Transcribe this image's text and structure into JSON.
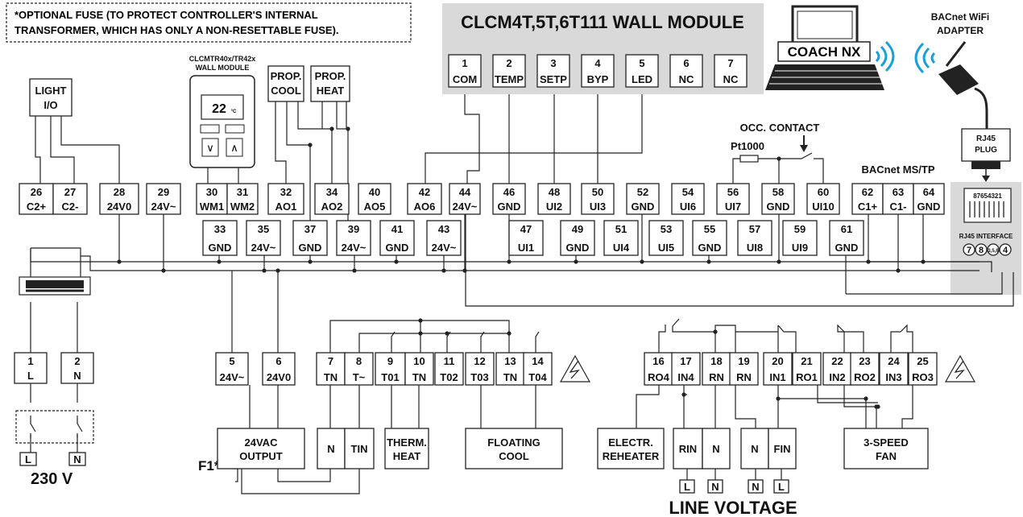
{
  "note": {
    "line1": "*OPTIONAL FUSE (TO PROTECT CONTROLLER'S INTERNAL",
    "line2": "TRANSFORMER, WHICH HAS ONLY A NON-RESETTABLE FUSE)."
  },
  "wall_module": {
    "title": "CLCM4T,5T,6T111 WALL MODULE",
    "terminals": [
      {
        "num": "1",
        "label": "COM"
      },
      {
        "num": "2",
        "label": "TEMP"
      },
      {
        "num": "3",
        "label": "SETP"
      },
      {
        "num": "4",
        "label": "BYP"
      },
      {
        "num": "5",
        "label": "LED"
      },
      {
        "num": "6",
        "label": "NC"
      },
      {
        "num": "7",
        "label": "NC"
      }
    ]
  },
  "laptop": {
    "label": "COACH NX"
  },
  "wifi_adapter": {
    "label1": "BACnet WiFi",
    "label2": "ADAPTER"
  },
  "rj45_plug": {
    "label1": "RJ45",
    "label2": "PLUG"
  },
  "rj45_interface": {
    "label": "RJ45 INTERFACE",
    "pin_digits": "87654321",
    "pins": [
      "7",
      "8",
      "3,5,6",
      "4"
    ]
  },
  "bacnet_mstp": {
    "label": "BACnet MS/TP"
  },
  "occ_contact": {
    "label": "OCC. CONTACT"
  },
  "pt1000": {
    "label": "Pt1000"
  },
  "light_io": {
    "line1": "LIGHT",
    "line2": "I/O"
  },
  "wall_module_small": {
    "line1": "CLCMTR40x/TR42x",
    "line2": "WALL MODULE",
    "display": "22",
    "unit": "°C",
    "btn_down": "∨",
    "btn_up": "∧"
  },
  "prop_cool": {
    "line1": "PROP.",
    "line2": "COOL"
  },
  "prop_heat": {
    "line1": "PROP.",
    "line2": "HEAT"
  },
  "top_terminals": [
    {
      "num": "26",
      "label": "C2+"
    },
    {
      "num": "27",
      "label": "C2-"
    },
    {
      "num": "28",
      "label": "24V0"
    },
    {
      "num": "29",
      "label": "24V~"
    },
    {
      "num": "30",
      "label": "WM1"
    },
    {
      "num": "31",
      "label": "WM2"
    },
    {
      "num": "32",
      "label": "AO1"
    },
    {
      "num": "34",
      "label": "AO2"
    },
    {
      "num": "40",
      "label": "AO5"
    },
    {
      "num": "42",
      "label": "AO6"
    },
    {
      "num": "44",
      "label": "24V~"
    },
    {
      "num": "46",
      "label": "GND"
    },
    {
      "num": "48",
      "label": "UI2"
    },
    {
      "num": "50",
      "label": "UI3"
    },
    {
      "num": "52",
      "label": "GND"
    },
    {
      "num": "54",
      "label": "UI6"
    },
    {
      "num": "56",
      "label": "UI7"
    },
    {
      "num": "58",
      "label": "GND"
    },
    {
      "num": "60",
      "label": "UI10"
    },
    {
      "num": "62",
      "label": "C1+"
    },
    {
      "num": "63",
      "label": "C1-"
    },
    {
      "num": "64",
      "label": "GND"
    }
  ],
  "lower_terminals": [
    {
      "num": "33",
      "label": "GND"
    },
    {
      "num": "35",
      "label": "24V~"
    },
    {
      "num": "37",
      "label": "GND"
    },
    {
      "num": "39",
      "label": "24V~"
    },
    {
      "num": "41",
      "label": "GND"
    },
    {
      "num": "43",
      "label": "24V~"
    },
    {
      "num": "47",
      "label": "UI1"
    },
    {
      "num": "49",
      "label": "GND"
    },
    {
      "num": "51",
      "label": "UI4"
    },
    {
      "num": "53",
      "label": "UI5"
    },
    {
      "num": "55",
      "label": "GND"
    },
    {
      "num": "57",
      "label": "UI8"
    },
    {
      "num": "59",
      "label": "UI9"
    },
    {
      "num": "61",
      "label": "GND"
    }
  ],
  "power_terminals": [
    {
      "num": "1",
      "label": "L"
    },
    {
      "num": "2",
      "label": "N"
    }
  ],
  "bottom_terminals_left": [
    {
      "num": "5",
      "label": "24V~"
    },
    {
      "num": "6",
      "label": "24V0"
    },
    {
      "num": "7",
      "label": "TN"
    },
    {
      "num": "8",
      "label": "T~"
    },
    {
      "num": "9",
      "label": "T01"
    },
    {
      "num": "10",
      "label": "TN"
    },
    {
      "num": "11",
      "label": "T02"
    },
    {
      "num": "12",
      "label": "T03"
    },
    {
      "num": "13",
      "label": "TN"
    },
    {
      "num": "14",
      "label": "T04"
    }
  ],
  "bottom_terminals_right": [
    {
      "num": "16",
      "label": "RO4"
    },
    {
      "num": "17",
      "label": "IN4"
    },
    {
      "num": "18",
      "label": "RN"
    },
    {
      "num": "19",
      "label": "RN"
    },
    {
      "num": "20",
      "label": "IN1"
    },
    {
      "num": "21",
      "label": "RO1"
    },
    {
      "num": "22",
      "label": "IN2"
    },
    {
      "num": "23",
      "label": "RO2"
    },
    {
      "num": "24",
      "label": "IN3"
    },
    {
      "num": "25",
      "label": "RO3"
    }
  ],
  "devices": {
    "output_24vac": {
      "line1": "24VAC",
      "line2": "OUTPUT"
    },
    "n_left": "N",
    "tin": "TIN",
    "therm_heat": {
      "line1": "THERM.",
      "line2": "HEAT"
    },
    "floating_cool": {
      "line1": "FLOATING",
      "line2": "COOL"
    },
    "electr_reheater": {
      "line1": "ELECTR.",
      "line2": "REHEATER"
    },
    "rin": "RIN",
    "n_rin": "N",
    "n_fin": "N",
    "fin": "FIN",
    "fan": {
      "line1": "3-SPEED",
      "line2": "FAN"
    }
  },
  "supply": {
    "l": "L",
    "n": "N",
    "voltage": "230 V"
  },
  "fuse": {
    "label": "F1*"
  },
  "line_voltage": {
    "label": "LINE VOLTAGE",
    "taps": [
      "L",
      "N",
      "N",
      "L"
    ]
  }
}
